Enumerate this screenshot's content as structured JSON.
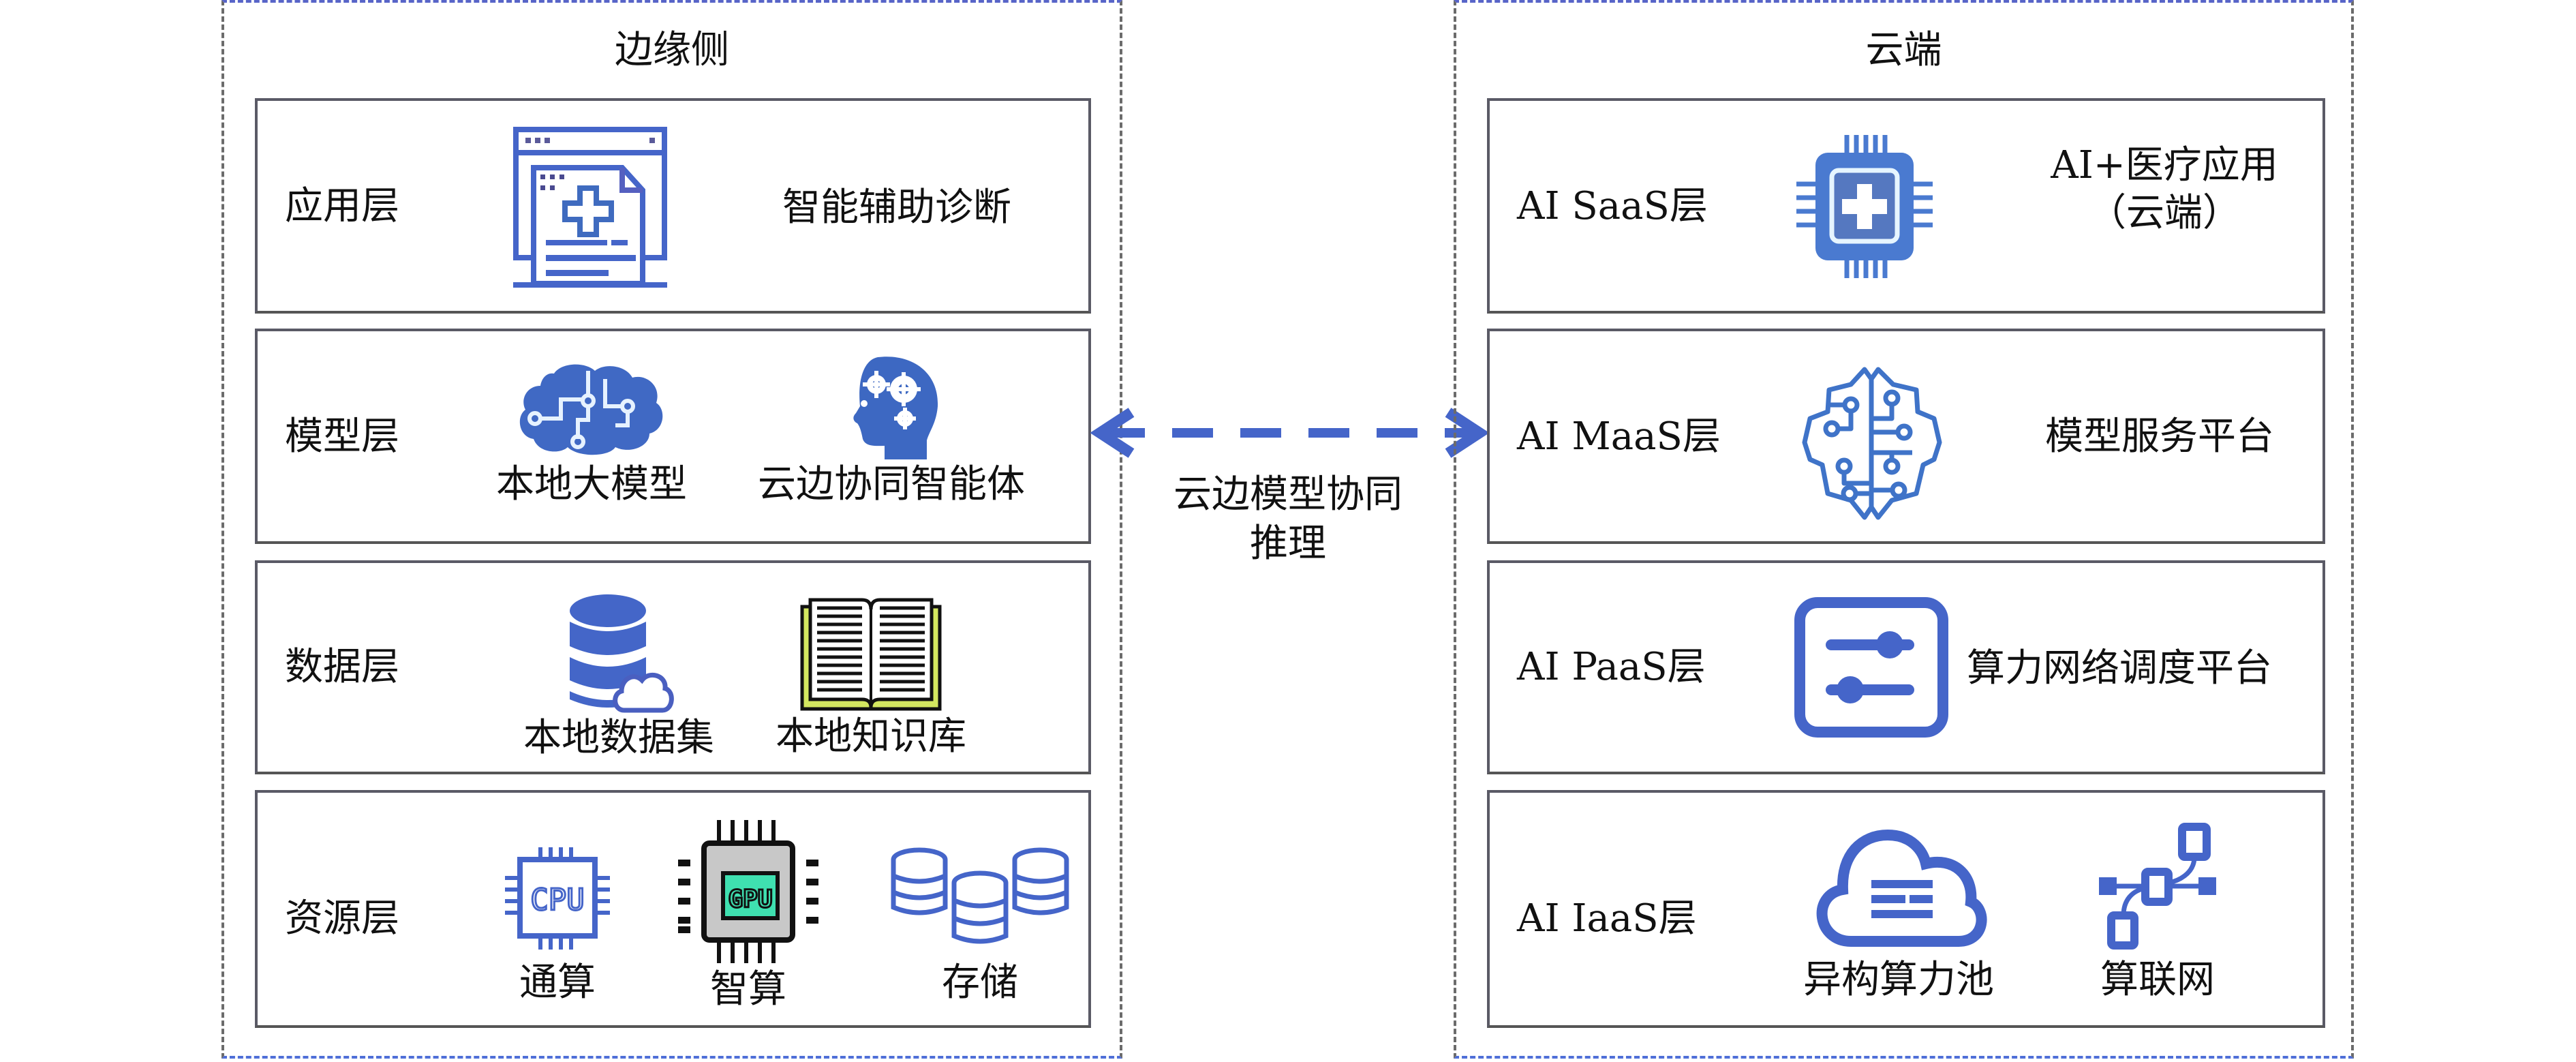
{
  "edge": {
    "title": "边缘侧",
    "layers": [
      {
        "name": "应用层",
        "items": [
          {
            "icon": "medical-document-icon",
            "label": ""
          }
        ],
        "side_text": "智能辅助诊断"
      },
      {
        "name": "模型层",
        "items": [
          {
            "icon": "brain-circuit-icon",
            "label": "本地大模型"
          },
          {
            "icon": "head-gears-icon",
            "label": "云边协同智能体"
          }
        ]
      },
      {
        "name": "数据层",
        "items": [
          {
            "icon": "database-cloud-icon",
            "label": "本地数据集"
          },
          {
            "icon": "open-book-icon",
            "label": "本地知识库"
          }
        ]
      },
      {
        "name": "资源层",
        "items": [
          {
            "icon": "cpu-chip-icon",
            "label": "通算",
            "chip_text": "CPU"
          },
          {
            "icon": "gpu-chip-icon",
            "label": "智算",
            "chip_text": "GPU"
          },
          {
            "icon": "storage-cylinders-icon",
            "label": "存储"
          }
        ]
      }
    ]
  },
  "link": {
    "label_line1": "云边模型协同",
    "label_line2": "推理",
    "direction": "bidirectional"
  },
  "cloud": {
    "title": "云端",
    "layers": [
      {
        "name": "AI SaaS层",
        "items": [
          {
            "icon": "medical-chip-icon",
            "label": ""
          }
        ],
        "side_text_line1": "AI+医疗应用",
        "side_text_line2": "（云端）"
      },
      {
        "name": "AI MaaS层",
        "items": [
          {
            "icon": "brain-outline-circuit-icon",
            "label": ""
          }
        ],
        "side_text": "模型服务平台"
      },
      {
        "name": "AI PaaS层",
        "items": [
          {
            "icon": "slider-settings-icon",
            "label": ""
          }
        ],
        "side_text": "算力网络调度平台"
      },
      {
        "name": "AI IaaS层",
        "items": [
          {
            "icon": "cloud-server-icon",
            "label": "异构算力池"
          },
          {
            "icon": "network-nodes-icon",
            "label": "算联网"
          }
        ]
      }
    ]
  },
  "colors": {
    "icon_blue": "#4565c9",
    "dash_gray": "#6b6b6b",
    "box_border": "#5a5a66",
    "book_cover": "#d4e860",
    "gpu_screen": "#3fe0b0",
    "gpu_body": "#c8c8c8"
  }
}
